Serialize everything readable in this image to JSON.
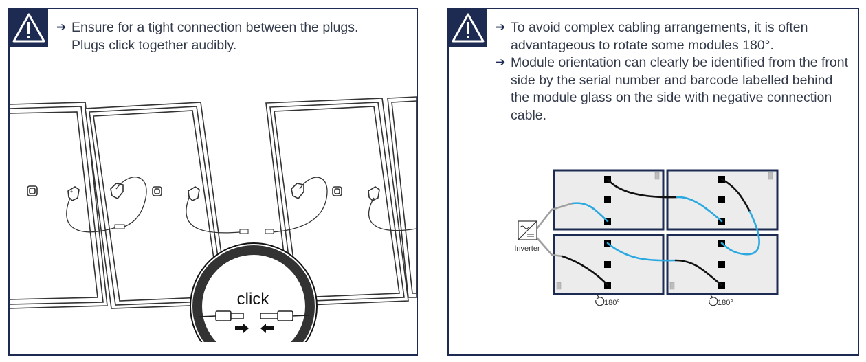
{
  "left_panel": {
    "warning_icon": "warning-triangle-icon",
    "bullet_icon": "arrow-right-icon",
    "text_line1": "Ensure for a tight connection between the plugs.",
    "text_line2": "Plugs click together audibly.",
    "click_label": "click"
  },
  "right_panel": {
    "warning_icon": "warning-triangle-icon",
    "bullet_icon": "arrow-right-icon",
    "bullet1": "To avoid complex cabling arrangements, it is often advantageous to rotate some modules 180°.",
    "bullet2": "Module orientation can clearly be identified from the front side by the serial number and barcode labelled behind the module glass on the side with negative connection cable.",
    "inverter_label": "Inverter",
    "rotation_label_1": "180°",
    "rotation_label_2": "180°"
  },
  "colors": {
    "navy": "#1d2b52",
    "cable_blue": "#2aa8e0",
    "cable_black": "#111111",
    "cable_grey": "#a0a0a0",
    "module_fill": "#ececec"
  }
}
